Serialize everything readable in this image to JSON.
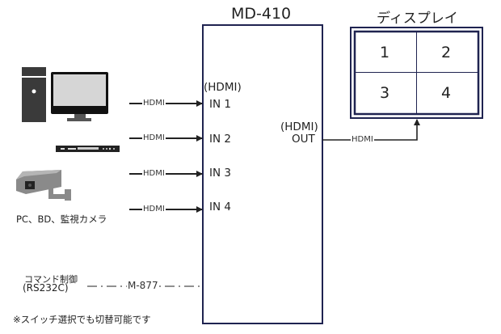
{
  "device": {
    "name": "MD-410",
    "input_header": "(HDMI)",
    "inputs": [
      "IN 1",
      "IN 2",
      "IN 3",
      "IN 4"
    ],
    "output_header": "(HDMI)",
    "output": "OUT"
  },
  "display": {
    "title": "ディスプレイ",
    "cells": [
      "1",
      "2",
      "3",
      "4"
    ]
  },
  "connections": {
    "input_cable_labels": [
      "HDMI",
      "HDMI",
      "HDMI",
      "HDMI"
    ],
    "output_cable_label": "HDMI",
    "control_cable_label": "M-877"
  },
  "sources": {
    "caption": "PC、BD、監視カメラ",
    "icons": [
      "desktop-pc-icon",
      "bluray-player-icon",
      "security-camera-icon"
    ]
  },
  "control": {
    "line1": "コマンド制御",
    "line2": "(RS232C)"
  },
  "footnote": "※スイッチ選択でも切替可能です",
  "colors": {
    "frame": "#1f2350",
    "line": "#222222",
    "icon_dark": "#3a3a3a",
    "icon_screen": "#d6d6d6"
  }
}
